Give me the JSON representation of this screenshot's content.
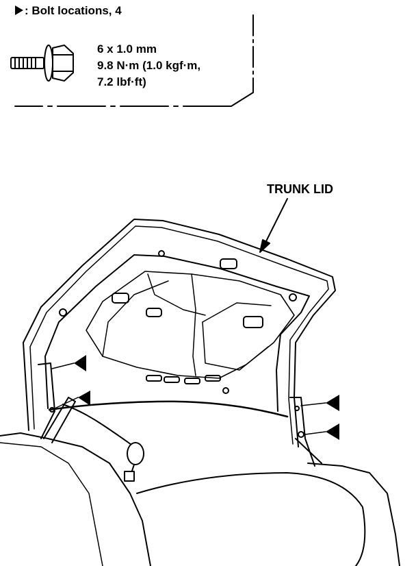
{
  "legend": {
    "symbol": "triangle-pointer-icon",
    "title": ": Bolt locations, 4",
    "size": "6 x 1.0 mm",
    "torque_line1": "9.8 N·m (1.0 kgf·m,",
    "torque_line2": "7.2 lbf·ft)"
  },
  "labels": {
    "trunk_lid": "TRUNK LID"
  }
}
